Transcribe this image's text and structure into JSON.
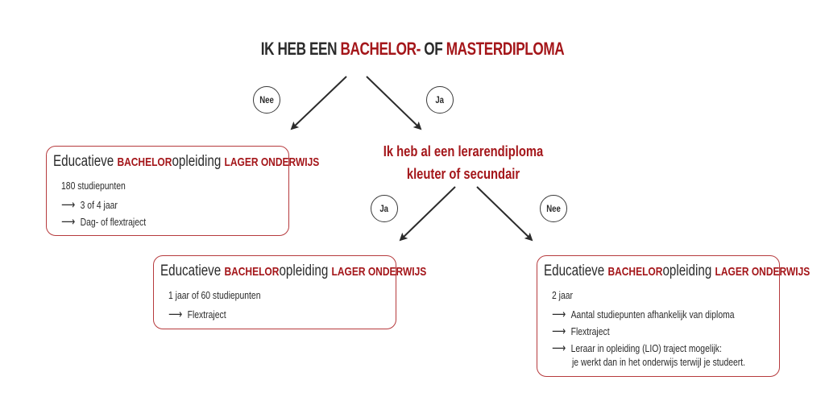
{
  "title": {
    "part1": "IK HEB EEN ",
    "part2": "BACHELOR-",
    "part3": " OF ",
    "part4": "MASTERDIPLOMA"
  },
  "question2": {
    "line1": "Ik heb al een lerarendiploma",
    "line2": "kleuter of secundair"
  },
  "branches": {
    "top_left": "Nee",
    "top_right": "Ja",
    "bottom_left": "Ja",
    "bottom_right": "Nee"
  },
  "box_left": {
    "head_a": "Educatieve ",
    "head_b": "BACHELOR",
    "head_c": "opleiding ",
    "head_d": "LAGER ONDERWIJS",
    "line1": "180 studiepunten",
    "bullets": [
      "3 of 4 jaar",
      "Dag- of flextraject"
    ]
  },
  "box_middle": {
    "head_a": "Educatieve ",
    "head_b": "BACHELOR",
    "head_c": "opleiding ",
    "head_d": "LAGER ONDERWIJS",
    "line1": "1 jaar of 60 studiepunten",
    "bullets": [
      "Flextraject"
    ]
  },
  "box_right": {
    "head_a": "Educatieve ",
    "head_b": "BACHELOR",
    "head_c": "opleiding ",
    "head_d": "LAGER ONDERWIJS",
    "line1": "2 jaar",
    "bullets": [
      "Aantal studiepunten afhankelijk van diploma",
      "Flextraject",
      "Leraar in opleiding (LIO) traject mogelijk:"
    ],
    "bullet3_cont": "je werkt dan in het onderwijs terwijl je studeert."
  },
  "arrow_glyph": "⟶",
  "colors": {
    "accent": "#a4161a",
    "text": "#2b2b2b",
    "border": "#b63a3d"
  }
}
